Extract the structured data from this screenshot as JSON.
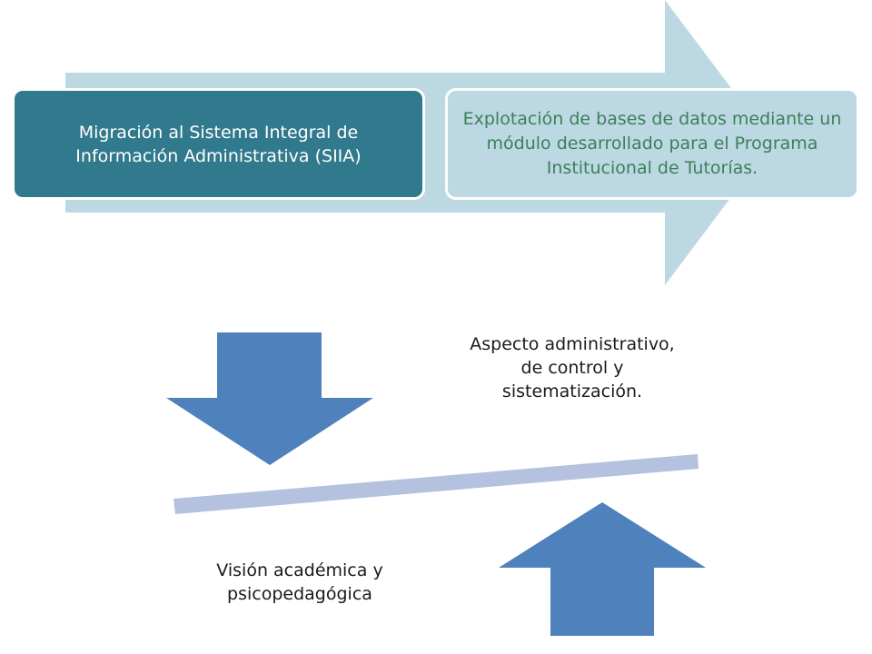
{
  "process": {
    "step1": "Migración al Sistema Integral de Información Administrativa (SIIA)",
    "step2": "Explotación de bases de datos mediante un módulo desarrollado para el Programa Institucional de Tutorías."
  },
  "balance": {
    "administrative_label": "Aspecto administrativo, de control y sistematización.",
    "academic_label": "Visión académica y psicopedagógica"
  },
  "colors": {
    "process_arrow": "#bcd8e2",
    "step1_fill": "#31798c",
    "step2_fill": "#bcd8e2",
    "step2_text": "#3d7f5a",
    "force_arrows": "#4f81bd",
    "balance_beam": "#b4c2df"
  }
}
